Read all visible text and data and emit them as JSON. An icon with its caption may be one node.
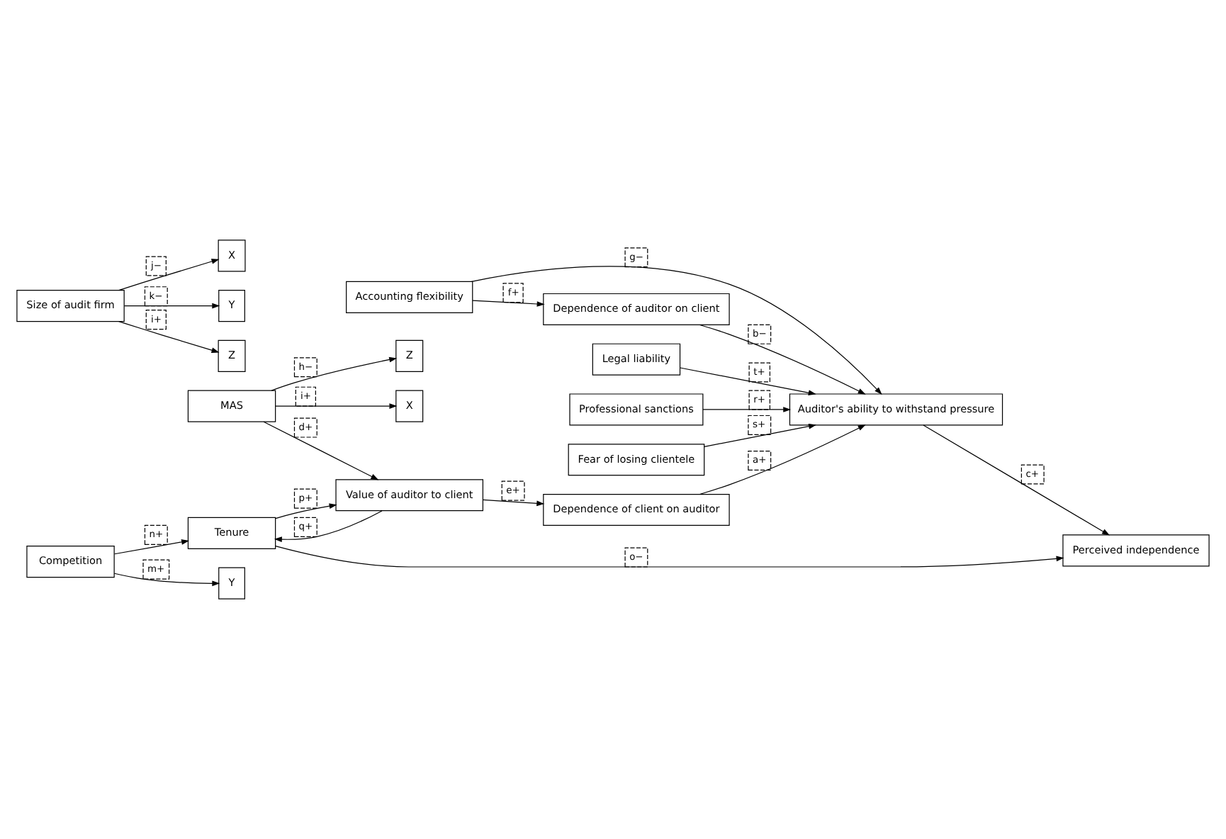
{
  "diagram": {
    "nodes": [
      {
        "text": [
          "Tenure"
        ]
      },
      {
        "text": [
          "Value of auditor to client"
        ]
      },
      {
        "text": [
          "Competition"
        ]
      },
      {
        "text": [
          "MAS"
        ]
      },
      {
        "text": [
          "Z"
        ]
      },
      {
        "text": [
          "Perceived independence"
        ]
      },
      {
        "text": [
          "Dependence of client on auditor"
        ]
      },
      {
        "text": [
          "Auditor's ability to withstand pressure"
        ]
      },
      {
        "text": [
          "X"
        ]
      },
      {
        "text": [
          "Y"
        ]
      },
      {
        "text": [
          "Dependence of auditor on client"
        ]
      },
      {
        "text": [
          "Accounting flexibility"
        ]
      },
      {
        "text": [
          "Legal liability"
        ]
      },
      {
        "text": [
          "Size of audit firm"
        ]
      },
      {
        "text": [
          "X"
        ]
      },
      {
        "text": [
          "Y"
        ]
      },
      {
        "text": [
          "Z"
        ]
      },
      {
        "text": [
          "Professional sanctions"
        ]
      },
      {
        "text": [
          "Fear of losing clientele"
        ]
      }
    ],
    "edges": [
      {
        "from": 2,
        "to": 0,
        "arrow": "to",
        "label": "n+"
      },
      {
        "from": 0,
        "to": 1,
        "arrow": "to",
        "label": "p+"
      },
      {
        "from": 1,
        "to": 0,
        "arrow": "to",
        "label": "q+"
      },
      {
        "from": 0,
        "to": 5,
        "arrow": "to",
        "label": "o−"
      },
      {
        "from": 3,
        "to": 1,
        "arrow": "to",
        "label": "d+"
      },
      {
        "from": 1,
        "to": 6,
        "arrow": "to",
        "label": "e+"
      },
      {
        "from": 3,
        "to": 4,
        "arrow": "to",
        "label": "h−"
      },
      {
        "from": 2,
        "to": 9,
        "arrow": "to",
        "label": "m+"
      },
      {
        "from": 3,
        "to": 8,
        "arrow": "to",
        "label": "i+"
      },
      {
        "from": 6,
        "to": 7,
        "arrow": "to",
        "label": "a+"
      },
      {
        "from": 10,
        "to": 7,
        "arrow": "to",
        "label": "b−"
      },
      {
        "from": 7,
        "to": 5,
        "arrow": "to",
        "label": "c+"
      },
      {
        "from": 11,
        "to": 10,
        "arrow": "to",
        "label": "f+"
      },
      {
        "from": 11,
        "to": 7,
        "arrow": "to",
        "label": "g−"
      },
      {
        "from": 17,
        "to": 7,
        "arrow": "to",
        "label": "r+"
      },
      {
        "from": 18,
        "to": 7,
        "arrow": "to",
        "label": "s+"
      },
      {
        "from": 12,
        "to": 7,
        "arrow": "to",
        "label": "t+"
      },
      {
        "from": 13,
        "to": 14,
        "arrow": "to",
        "label": "j−"
      },
      {
        "from": 13,
        "to": 15,
        "arrow": "to",
        "label": "k−"
      },
      {
        "from": 13,
        "to": 16,
        "arrow": "to",
        "label": "i+"
      }
    ]
  }
}
